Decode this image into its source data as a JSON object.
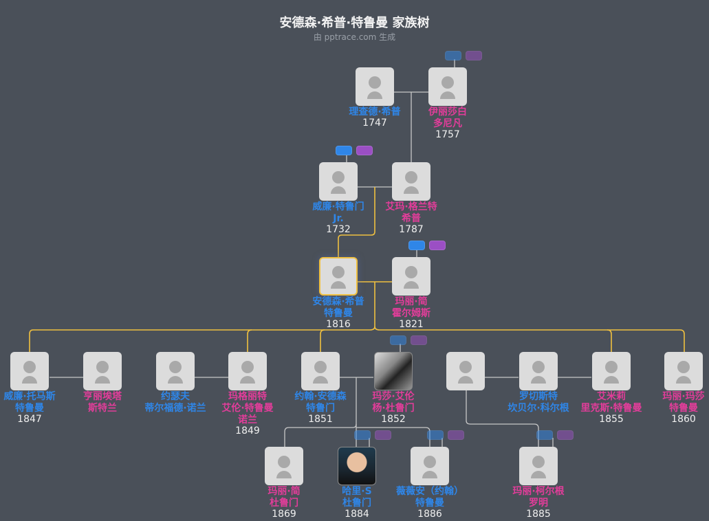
{
  "header": {
    "title": "安德森·希普·特鲁曼 家族树",
    "subtitle": "由 pptrace.com 生成"
  },
  "colors": {
    "background": "#4a5059",
    "male": "#2f86e8",
    "female": "#e23d9a",
    "focus_line": "#f0c040",
    "line": "#c8c8c8"
  },
  "people": [
    {
      "id": "richard",
      "line1": "理查德·希普",
      "line2": "",
      "line3": "",
      "year": "1747",
      "gender": "male"
    },
    {
      "id": "elizabeth",
      "line1": "伊丽莎白",
      "line2": "多尼凡",
      "line3": "",
      "year": "1757",
      "gender": "female"
    },
    {
      "id": "william_jr",
      "line1": "威廉·特鲁门",
      "line2": "Jr.",
      "line3": "",
      "year": "1732",
      "gender": "male"
    },
    {
      "id": "emma",
      "line1": "艾玛·格兰特",
      "line2": "希普",
      "line3": "",
      "year": "1787",
      "gender": "female"
    },
    {
      "id": "anderson",
      "line1": "安德森·希普",
      "line2": "特鲁曼",
      "line3": "",
      "year": "1816",
      "gender": "male"
    },
    {
      "id": "mary_jane_h",
      "line1": "玛丽·简",
      "line2": "霍尔姆斯",
      "line3": "",
      "year": "1821",
      "gender": "female"
    },
    {
      "id": "william_t",
      "line1": "威廉·托马斯",
      "line2": "特鲁曼",
      "line3": "",
      "year": "1847",
      "gender": "male"
    },
    {
      "id": "henrietta",
      "line1": "亨丽埃塔",
      "line2": "斯特兰",
      "line3": "",
      "year": "",
      "gender": "female"
    },
    {
      "id": "joseph",
      "line1": "约瑟夫",
      "line2": "蒂尔福德·诺兰",
      "line3": "",
      "year": "",
      "gender": "male"
    },
    {
      "id": "margaret",
      "line1": "玛格丽特",
      "line2": "艾伦·特鲁曼",
      "line3": "诺兰",
      "year": "1849",
      "gender": "female"
    },
    {
      "id": "john",
      "line1": "约翰·安德森",
      "line2": "特鲁门",
      "line3": "",
      "year": "1851",
      "gender": "male"
    },
    {
      "id": "martha",
      "line1": "玛莎·艾伦",
      "line2": "杨·杜鲁门",
      "line3": "",
      "year": "1852",
      "gender": "female"
    },
    {
      "id": "unknown_spouse",
      "line1": "",
      "line2": "",
      "line3": "",
      "year": "",
      "gender": "male"
    },
    {
      "id": "rochester",
      "line1": "罗切斯特",
      "line2": "坎贝尔·科尔根",
      "line3": "",
      "year": "",
      "gender": "male"
    },
    {
      "id": "emily",
      "line1": "艾米莉",
      "line2": "里克斯·特鲁曼",
      "line3": "",
      "year": "1855",
      "gender": "female"
    },
    {
      "id": "mary_martha",
      "line1": "玛丽·玛莎",
      "line2": "特鲁曼",
      "line3": "",
      "year": "1860",
      "gender": "female"
    },
    {
      "id": "mary_jane_t",
      "line1": "玛丽·简",
      "line2": "杜鲁门",
      "line3": "",
      "year": "1869",
      "gender": "female"
    },
    {
      "id": "harry",
      "line1": "哈里·S",
      "line2": "杜鲁门",
      "line3": "",
      "year": "1884",
      "gender": "male"
    },
    {
      "id": "vivian",
      "line1": "薇薇安（约翰）",
      "line2": "特鲁曼",
      "line3": "",
      "year": "1886",
      "gender": "male"
    },
    {
      "id": "mary_colgan",
      "line1": "玛丽·柯尔根",
      "line2": "罗明",
      "line3": "",
      "year": "1885",
      "gender": "female"
    }
  ]
}
